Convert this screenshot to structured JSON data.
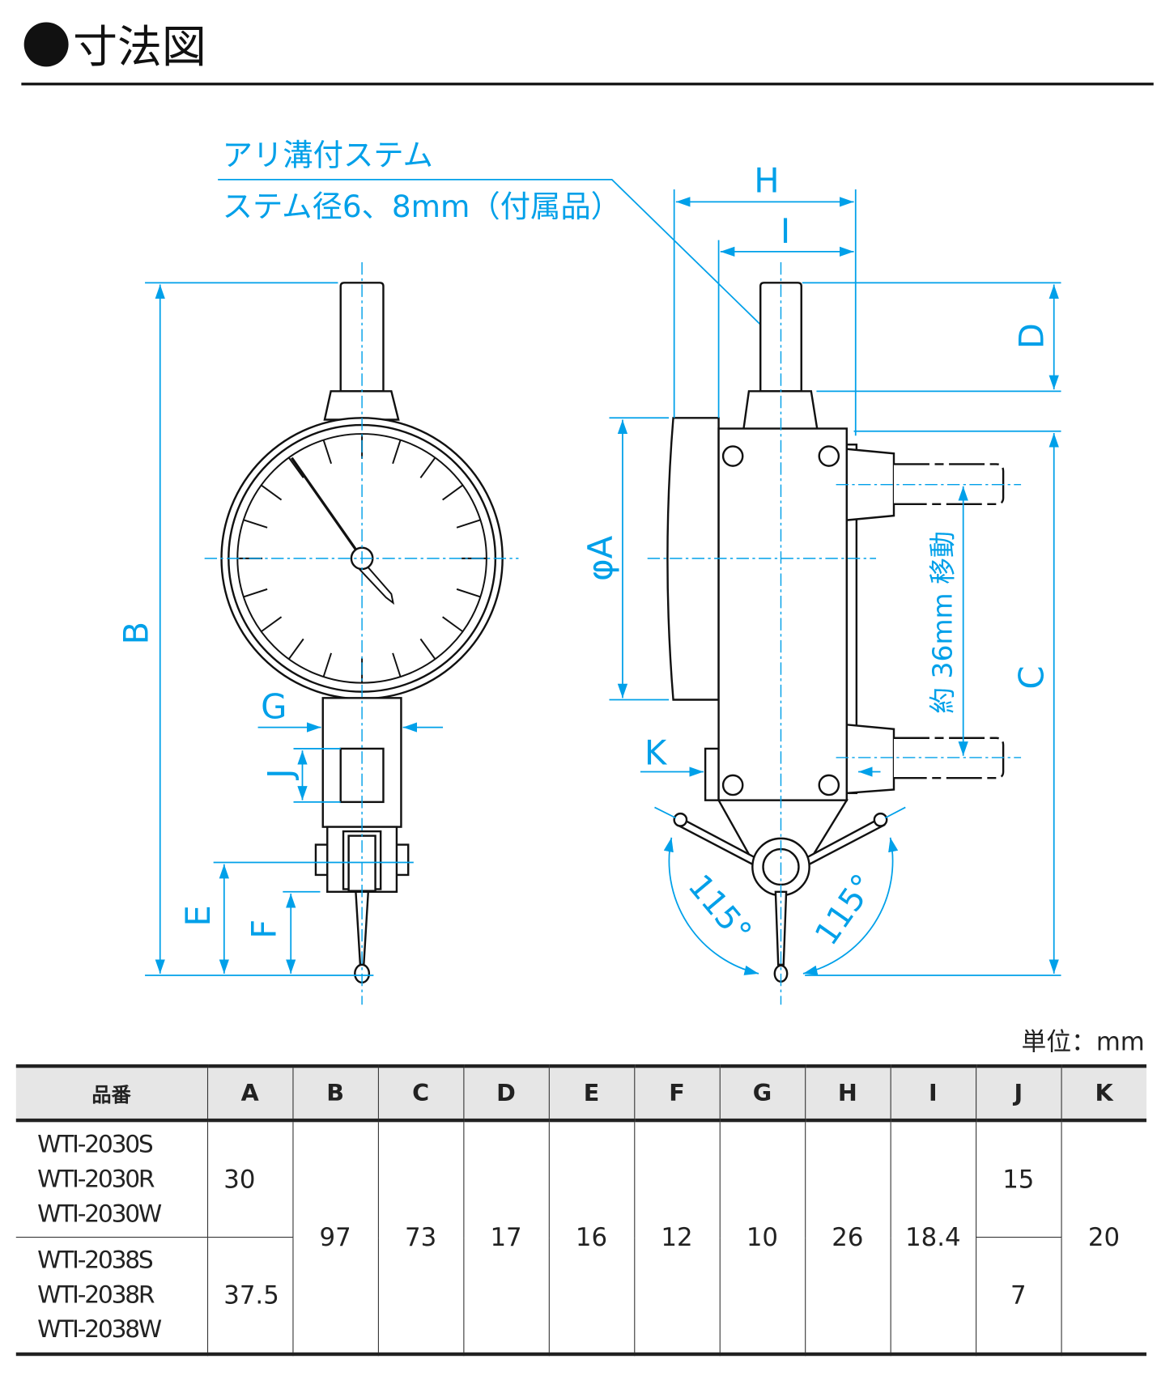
{
  "title": "寸法図",
  "callout": {
    "line1": "アリ溝付ステム",
    "line2": "ステム径6、8mm（付属品）"
  },
  "dims": {
    "A": "φA",
    "B": "B",
    "C": "C",
    "D": "D",
    "E": "E",
    "F": "F",
    "G": "G",
    "H": "H",
    "I": "I",
    "J": "J",
    "K": "K",
    "travel": "約 36mm 移動",
    "angle_left": "115°",
    "angle_right": "115°"
  },
  "unit": "単位：mm",
  "table": {
    "headers": [
      "品番",
      "A",
      "B",
      "C",
      "D",
      "E",
      "F",
      "G",
      "H",
      "I",
      "J",
      "K"
    ],
    "group1": {
      "models": [
        "WTI-2030S",
        "WTI-2030R",
        "WTI-2030W"
      ],
      "A": "30",
      "J": "15"
    },
    "group2": {
      "models": [
        "WTI-2038S",
        "WTI-2038R",
        "WTI-2038W"
      ],
      "A": "37.5",
      "J": "7"
    },
    "shared": {
      "B": "97",
      "C": "73",
      "D": "17",
      "E": "16",
      "F": "12",
      "G": "10",
      "H": "26",
      "I": "18.4",
      "K": "20"
    }
  },
  "colors": {
    "dimension": "#00a0e9",
    "outline": "#111111",
    "header_bg": "#e6e6e6"
  }
}
